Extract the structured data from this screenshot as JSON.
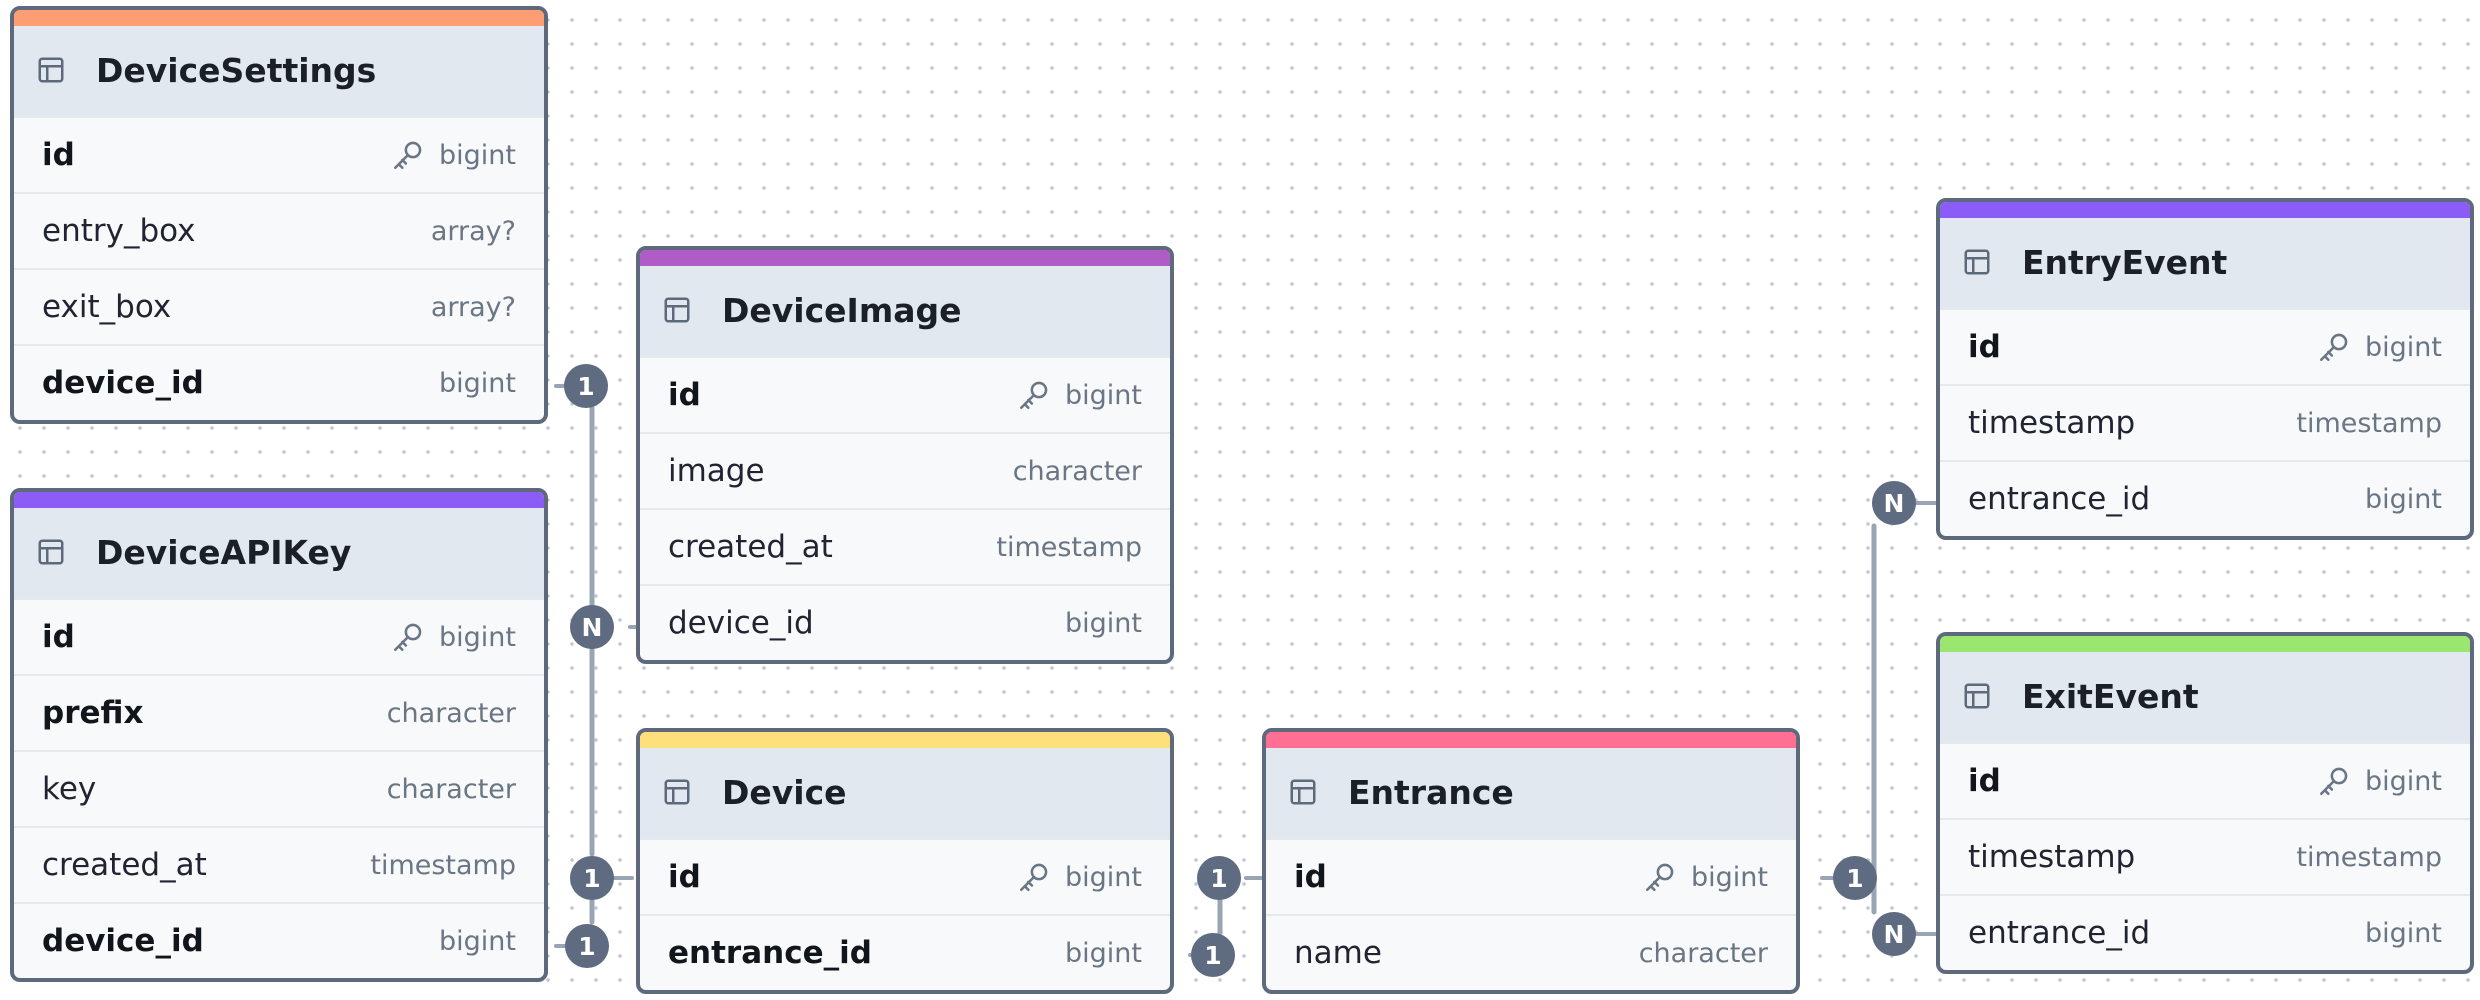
{
  "tables": {
    "device_settings": {
      "name": "DeviceSettings",
      "accent": "#fc9d74",
      "fields": [
        {
          "name": "id",
          "type": "bigint"
        },
        {
          "name": "entry_box",
          "type": "array?"
        },
        {
          "name": "exit_box",
          "type": "array?"
        },
        {
          "name": "device_id",
          "type": "bigint"
        }
      ]
    },
    "device_api_key": {
      "name": "DeviceAPIKey",
      "accent": "#8b5cf6",
      "fields": [
        {
          "name": "id",
          "type": "bigint"
        },
        {
          "name": "prefix",
          "type": "character"
        },
        {
          "name": "key",
          "type": "character"
        },
        {
          "name": "created_at",
          "type": "timestamp"
        },
        {
          "name": "device_id",
          "type": "bigint"
        }
      ]
    },
    "device_image": {
      "name": "DeviceImage",
      "accent": "#b05cc7",
      "fields": [
        {
          "name": "id",
          "type": "bigint"
        },
        {
          "name": "image",
          "type": "character"
        },
        {
          "name": "created_at",
          "type": "timestamp"
        },
        {
          "name": "device_id",
          "type": "bigint"
        }
      ]
    },
    "device": {
      "name": "Device",
      "accent": "#fde07a",
      "fields": [
        {
          "name": "id",
          "type": "bigint"
        },
        {
          "name": "entrance_id",
          "type": "bigint"
        }
      ]
    },
    "entrance": {
      "name": "Entrance",
      "accent": "#ff6f91",
      "fields": [
        {
          "name": "id",
          "type": "bigint"
        },
        {
          "name": "name",
          "type": "character"
        }
      ]
    },
    "entry_event": {
      "name": "EntryEvent",
      "accent": "#8b5cf6",
      "fields": [
        {
          "name": "id",
          "type": "bigint"
        },
        {
          "name": "timestamp",
          "type": "timestamp"
        },
        {
          "name": "entrance_id",
          "type": "bigint"
        }
      ]
    },
    "exit_event": {
      "name": "ExitEvent",
      "accent": "#9ae66e",
      "fields": [
        {
          "name": "id",
          "type": "bigint"
        },
        {
          "name": "timestamp",
          "type": "timestamp"
        },
        {
          "name": "entrance_id",
          "type": "bigint"
        }
      ]
    }
  },
  "cardinality": {
    "device_settings_device_id": "1",
    "device_api_key_device_id": "1",
    "device_image_device_id": "N",
    "device_id": "1",
    "device_entrance_id": "1",
    "entrance_id_left": "1",
    "entrance_id_right": "1",
    "entry_event_entrance_id": "N",
    "exit_event_entrance_id": "N"
  },
  "icons": {
    "table": "table-icon",
    "primary_key": "key-icon"
  },
  "colors": {
    "border": "#5e6a7c",
    "header_bg": "#e2e8f0",
    "badge": "#5e6b80",
    "edge": "#9aa5b4"
  }
}
